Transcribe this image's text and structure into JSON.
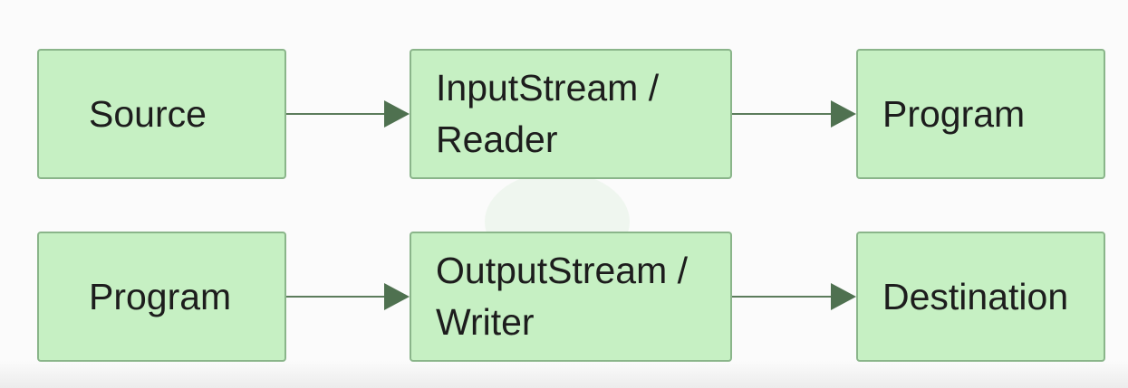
{
  "diagram": {
    "row1": {
      "source": "Source",
      "input_stream": "InputStream /\nReader",
      "program": "Program"
    },
    "row2": {
      "program": "Program",
      "output_stream": "OutputStream /\nWriter",
      "destination": "Destination"
    }
  },
  "colors": {
    "node_fill": "#c6f0c3",
    "node_border": "#8ab58a",
    "arrow": "#4f7150"
  }
}
